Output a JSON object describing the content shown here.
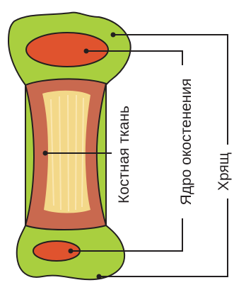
{
  "labels": {
    "bone_tissue": "Костная ткань",
    "ossification_nucleus": "Ядро окостенения",
    "cartilage": "Хрящ"
  },
  "colors": {
    "cartilage": "#a9cf3f",
    "ossification_nucleus": "#e0532e",
    "bone_outer": "#c9694f",
    "bone_inner": "#f3d889",
    "outline": "#231f20",
    "leader_line": "#231f20"
  }
}
